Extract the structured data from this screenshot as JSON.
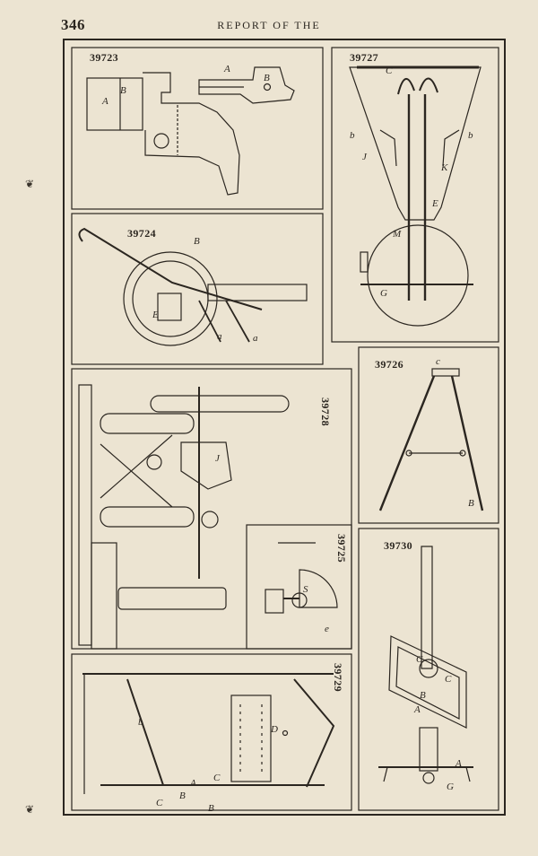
{
  "header": {
    "page_number": "346",
    "running_head": "REPORT OF THE"
  },
  "figures": [
    {
      "id": "fig-39723",
      "number": "39723",
      "parts": [
        "A",
        "B",
        "A",
        "B"
      ]
    },
    {
      "id": "fig-39727",
      "number": "39727",
      "parts": [
        "C",
        "b",
        "b",
        "J",
        "K",
        "E",
        "M",
        "G"
      ]
    },
    {
      "id": "fig-39724",
      "number": "39724",
      "parts": [
        "B",
        "E",
        "a",
        "a"
      ]
    },
    {
      "id": "fig-39726",
      "number": "39726",
      "parts": [
        "c",
        "B"
      ]
    },
    {
      "id": "fig-39728",
      "number": "39728",
      "parts": [
        "J"
      ]
    },
    {
      "id": "fig-39725",
      "number": "39725",
      "parts": [
        "S",
        "e"
      ]
    },
    {
      "id": "fig-39730",
      "number": "39730",
      "parts": [
        "C",
        "C",
        "B",
        "A",
        "A",
        "G"
      ]
    },
    {
      "id": "fig-39729",
      "number": "39729",
      "parts": [
        "b",
        "D",
        "A",
        "C",
        "C",
        "B",
        "B"
      ]
    }
  ],
  "margin_marks": [
    "❦",
    "❦"
  ]
}
